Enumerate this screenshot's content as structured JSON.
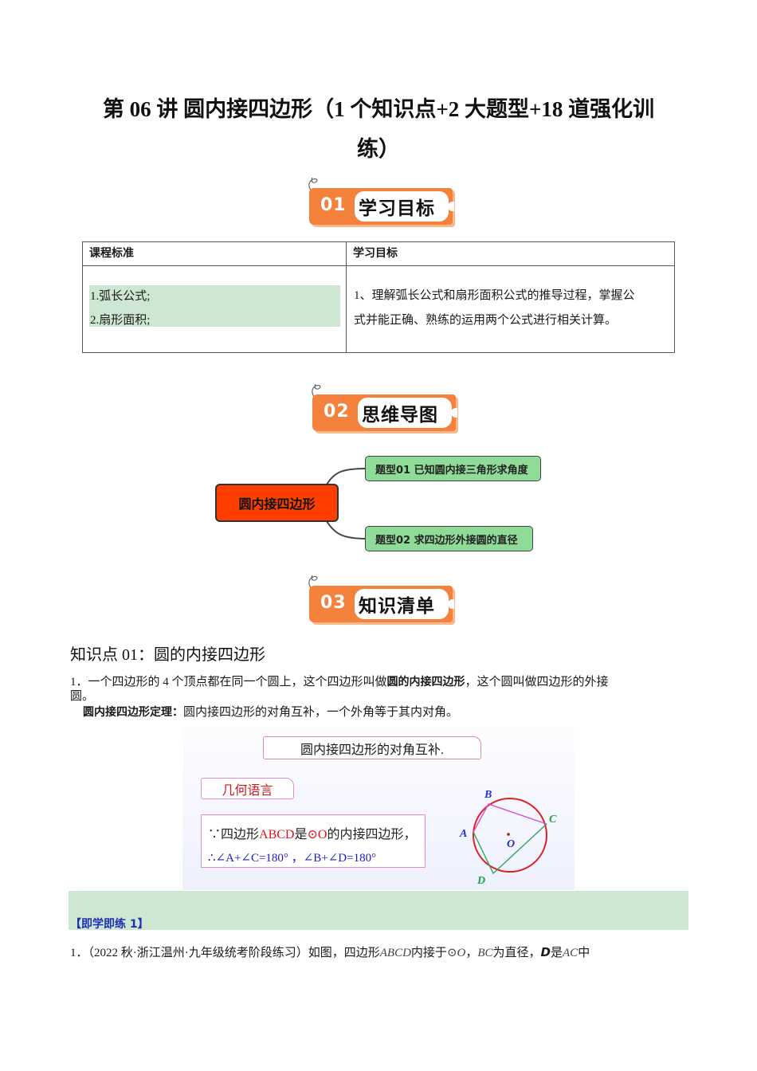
{
  "document": {
    "title_line1": "第 06 讲  圆内接四边形（1 个知识点+2 大题型+18 道强化训",
    "title_line2": "练）"
  },
  "sections": [
    {
      "number": "01",
      "label": "学习目标"
    },
    {
      "number": "02",
      "label": "思维导图"
    },
    {
      "number": "03",
      "label": "知识清单"
    }
  ],
  "goals_table": {
    "headers": [
      "课程标准",
      "学习目标"
    ],
    "standards": [
      "1.弧长公式;",
      "2.扇形面积;"
    ],
    "objective_line1": "1、理解弧长公式和扇形面积公式的推导过程，掌握公",
    "objective_line2": "式并能正确、熟练的运用两个公式进行相关计算。"
  },
  "mind_map": {
    "root": "圆内接四边形",
    "branches": [
      "题型01  已知圆内接三角形求角度",
      "题型02  求四边形外接圆的直径"
    ],
    "colors": {
      "root": "#fe3f00",
      "leaf": "#8fdc98"
    }
  },
  "knowledge": {
    "heading": "知识点 01：圆的内接四边形",
    "para1_prefix": "1．一个四边形的 4 个顶点都在同一个圆上，这个四边形叫做",
    "para1_bold": "圆的内接四边形",
    "para1_suffix": "，这个圆叫做四边形的外接",
    "para1_wrap": "圆。",
    "theorem_label": "圆内接四边形定理：",
    "theorem_text": "圆内接四边形的对角互补，一个外角等于其内对角。"
  },
  "illustration": {
    "title": "圆内接四边形的对角互补.",
    "tag": "几何语言",
    "line1_a": "∵四边形",
    "line1_red": "ABCD",
    "line1_b": "是",
    "line1_red2": "⊙O",
    "line1_c": "的内接四边形，",
    "line2": "∴∠A+∠C=180° ，∠B+∠D=180°",
    "points": {
      "A": "A",
      "B": "B",
      "C": "C",
      "D": "D",
      "O": "O"
    }
  },
  "practice": {
    "label": "【即学即练 1】",
    "q_prefix": "1．（2022 秋·浙江温州·九年级统考阶段练习）如图，四边形",
    "q_abcd": "ABCD",
    "q_mid": "内接于",
    "q_o": "⊙O",
    "q_mid2": "，",
    "q_bc": "BC",
    "q_mid3": "为直径，",
    "q_d": "D",
    "q_mid4": "是",
    "q_ac": "AC",
    "q_end": "中"
  }
}
